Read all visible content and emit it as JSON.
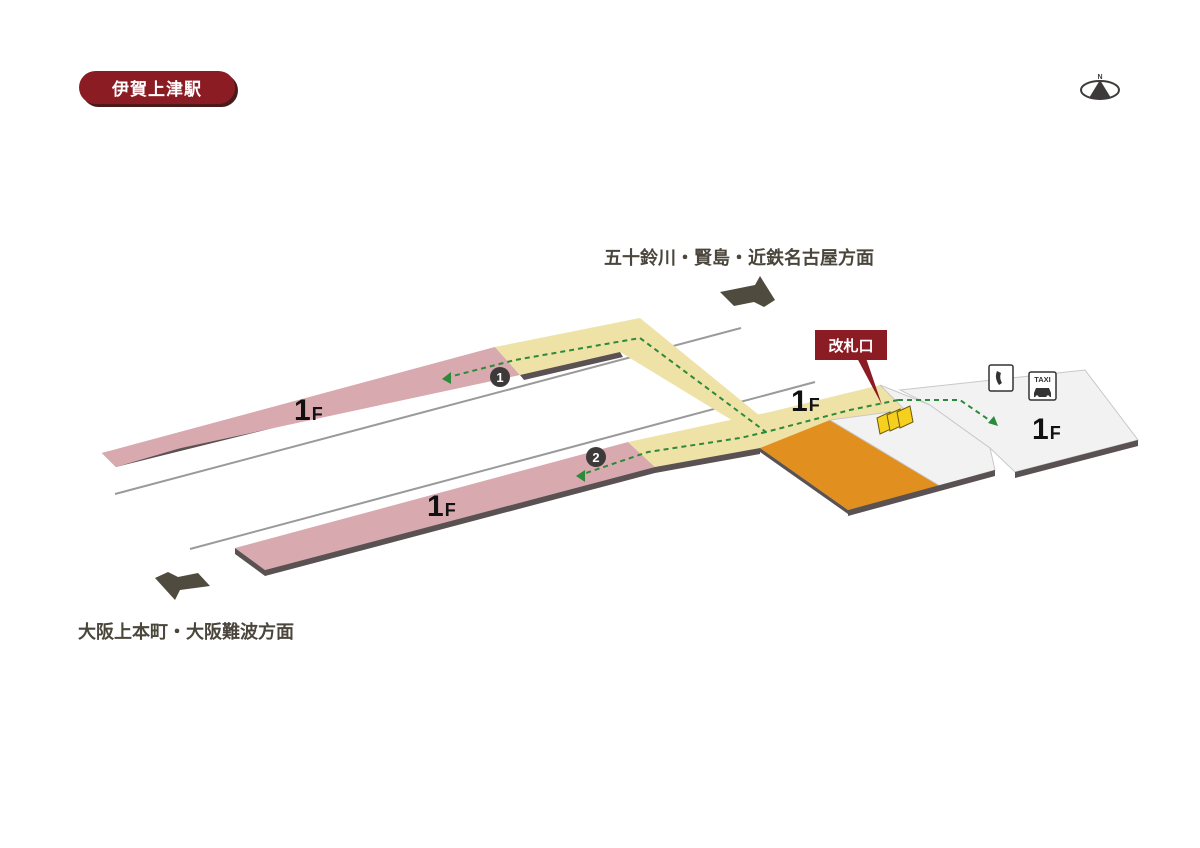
{
  "station": {
    "name": "伊賀上津駅"
  },
  "directions": {
    "upper": "五十鈴川・賢島・近鉄名古屋方面",
    "lower": "大阪上本町・大阪難波方面"
  },
  "floors": {
    "platform1": {
      "number": "1",
      "suffix": "F"
    },
    "platform2": {
      "number": "1",
      "suffix": "F"
    },
    "concourse": {
      "number": "1",
      "suffix": "F"
    },
    "station_square": {
      "number": "1",
      "suffix": "F"
    }
  },
  "platform_markers": {
    "one": "1",
    "two": "2"
  },
  "gate": {
    "label": "改札口"
  },
  "facility_icons": {
    "phone": {
      "icon": "telephone-icon"
    },
    "taxi": {
      "icon": "taxi-icon",
      "label": "TAXI"
    },
    "compass": {
      "icon": "north-compass-icon",
      "label": "N"
    }
  },
  "colors": {
    "platform": "#d9a9b0",
    "walkway": "#efe2a7",
    "facility": "#e18f1e",
    "plaza": "#f2f2f2",
    "route": "#2c8a3a",
    "badge": "#8c1c24",
    "arrow": "#4f4b3f"
  }
}
